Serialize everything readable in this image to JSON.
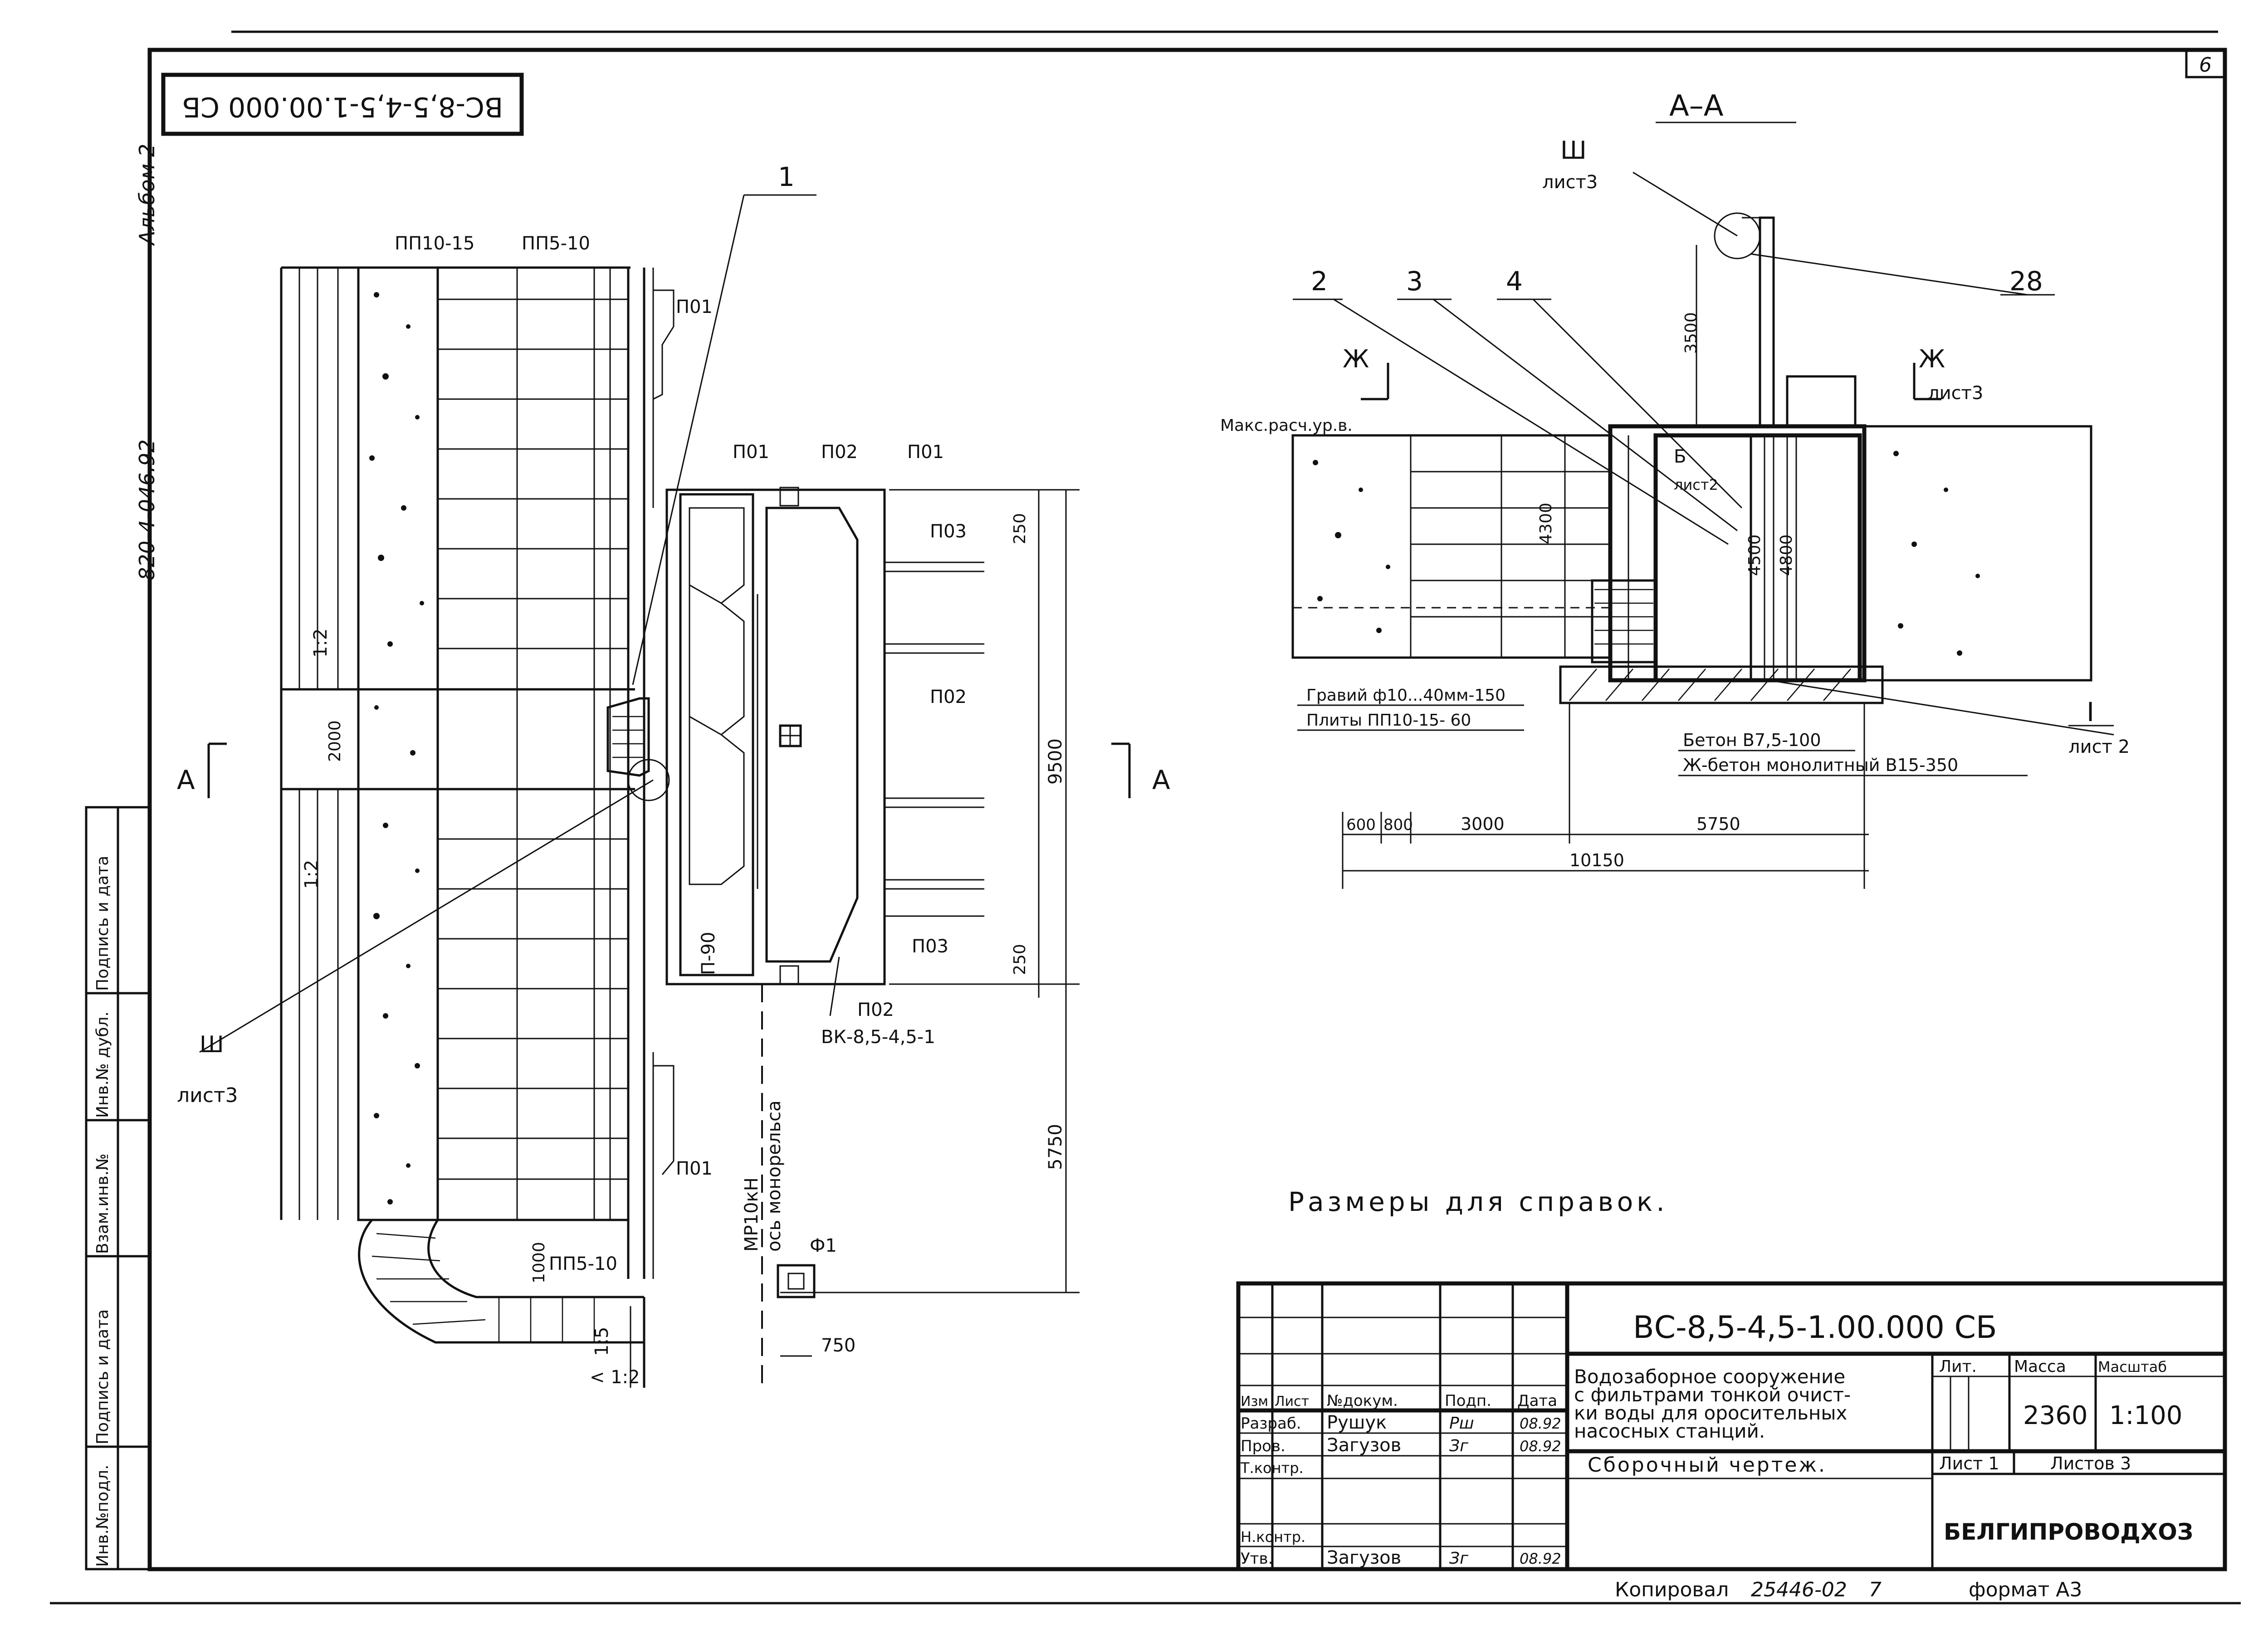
{
  "sheet_number": "6",
  "stamp_code_rotated": "ВС-8,5-4,5-1.00.000 СБ",
  "album_label": "Альбом 2",
  "project_code": "820-4-046.92",
  "plan": {
    "labels": {
      "pp10_15_top": "ПП10-15",
      "pp5_10_top": "ПП5-10",
      "p01_right_top": "П01",
      "p01_bottom": "П01",
      "pp5_10_bottom": "ПП5-10",
      "slope_top": "1:2",
      "slope_mid": "1:2",
      "slope_bottom_15": "1:5",
      "slope_bottom": "< 1:2",
      "dim_2000": "2000",
      "dim_1000": "1000",
      "dim_750": "750",
      "dim_250_top": "250",
      "dim_250_bottom": "250",
      "dim_9500": "9500",
      "dim_5750": "5750",
      "p01_a": "П01",
      "p02_a": "П02",
      "p01_b": "П01",
      "p03_a": "П03",
      "p02_b": "П02",
      "p03_b": "П03",
      "p02_c": "П02",
      "p90": "П-90",
      "vk": "ВК-8,5-4,5-1",
      "phi1": "Ф1",
      "monorail_1": "МР10кН",
      "monorail_2": "ось монорельса",
      "callout_1": "1",
      "callout_iii": "Ш",
      "callout_iii_sheet": "лист3",
      "section_a_left": "А",
      "section_a_right": "А"
    }
  },
  "section": {
    "title": "А–А",
    "callout_ii": "Ш",
    "callout_ii_sheet": "лист3",
    "callout_28": "28",
    "callout_2": "2",
    "callout_3": "3",
    "callout_4": "4",
    "zh_left": "Ж",
    "zh_right": "Ж",
    "zh_right_sheet": "лист3",
    "max_level": "Макс.расч.ур.в.",
    "b_label": "Б",
    "b_sheet": "лист2",
    "dim_3500": "3500",
    "dim_4300": "4300",
    "dim_4500": "4500",
    "dim_4800": "4800",
    "gravel": "Гравий ф10...40мм-150",
    "plates": "Плиты ПП10-15- 60",
    "concrete": "Бетон В7,5-100",
    "rc_concrete": "Ж-бетон монолитный В15-350",
    "callout_i": "I",
    "callout_i_sheet": "лист 2",
    "dim_600": "600",
    "dim_800": "800",
    "dim_3000": "3000",
    "dim_5750": "5750",
    "dim_10150": "10150"
  },
  "reference_note": "Размеры для справок.",
  "left_strip": {
    "cells": [
      "Подпись и дата",
      "Инв.№ дубл.",
      "Взам.инв.№",
      "Подпись и дата",
      "Инв.№подл."
    ]
  },
  "title_block": {
    "code": "ВС-8,5-4,5-1.00.000 СБ",
    "headers": [
      "Изм",
      "Лист",
      "№докум.",
      "Подп.",
      "Дата"
    ],
    "rows": [
      {
        "role": "Разраб.",
        "name": "Рушук",
        "sign": "Рш",
        "date": "08.92"
      },
      {
        "role": "Пров.",
        "name": "Загузов",
        "sign": "Зг",
        "date": "08.92"
      },
      {
        "role": "Т.контр.",
        "name": "",
        "sign": "",
        "date": ""
      },
      {
        "role": "Н.контр.",
        "name": "",
        "sign": "",
        "date": ""
      },
      {
        "role": "Утв.",
        "name": "Загузов",
        "sign": "Зг",
        "date": "08.92"
      }
    ],
    "description_1": "Водозаборное сооружение",
    "description_2": "с фильтрами тонкой очист-",
    "description_3": "ки воды для оросительных",
    "description_4": "насосных станций.",
    "drawing_type": "Сборочный чертеж.",
    "lit_label": "Лит.",
    "mass_label": "Масса",
    "scale_label": "Масштаб",
    "mass_value": "2360",
    "scale_value": "1:100",
    "sheet_label": "Лист 1",
    "sheets_label": "Листов 3",
    "organization": "БЕЛГИПРОВОДХОЗ"
  },
  "footer": {
    "copied": "Копировал",
    "copy_number": "25446-02",
    "copy_num2": "7",
    "format": "формат А3"
  }
}
